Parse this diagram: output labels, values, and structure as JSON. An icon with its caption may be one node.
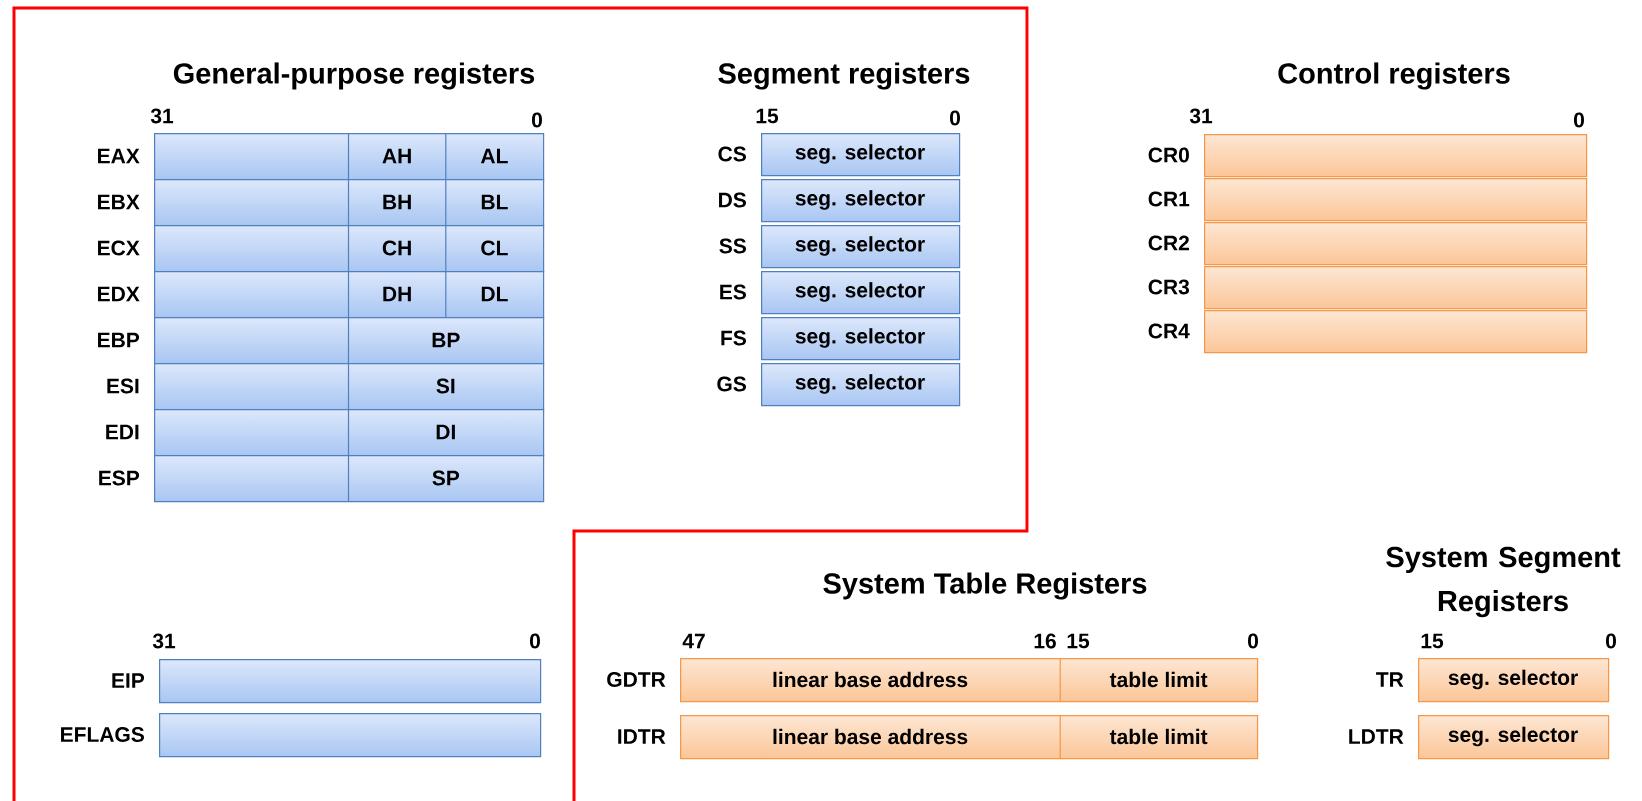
{
  "diagram": {
    "nodes": [
      {
        "text": [
          "AH",
          "AL"
        ],
        "beside": [
          "EAX"
        ]
      },
      {
        "text": [
          "BH",
          "BL"
        ],
        "beside": [
          "EBX"
        ]
      },
      {
        "text": [
          "CH",
          "CL"
        ],
        "beside": [
          "ECX"
        ]
      },
      {
        "text": [
          "DH",
          "DL"
        ],
        "beside": [
          "EDX"
        ]
      },
      {
        "text": [
          "BP"
        ],
        "beside": [
          "EBP"
        ]
      },
      {
        "text": [
          "SI"
        ],
        "beside": [
          "ESI"
        ]
      },
      {
        "text": [
          "DI"
        ],
        "beside": [
          "EDI"
        ]
      },
      {
        "text": [
          "SP"
        ],
        "beside": [
          "ESP"
        ]
      },
      {
        "text": [
          "seg. selector"
        ],
        "beside": [
          "CS"
        ]
      },
      {
        "text": [
          "seg. selector"
        ],
        "beside": [
          "DS"
        ]
      },
      {
        "text": [
          "seg. selector"
        ],
        "beside": [
          "SS"
        ]
      },
      {
        "text": [
          "seg. selector"
        ],
        "beside": [
          "ES"
        ]
      },
      {
        "text": [
          "seg. selector"
        ],
        "beside": [
          "FS"
        ]
      },
      {
        "text": [
          "seg. selector"
        ],
        "beside": [
          "GS"
        ]
      },
      {
        "text": [],
        "shape": "bar",
        "beside": [
          "CR0"
        ]
      },
      {
        "text": [],
        "shape": "bar",
        "beside": [
          "CR1"
        ]
      },
      {
        "text": [],
        "shape": "bar",
        "beside": [
          "CR2"
        ]
      },
      {
        "text": [],
        "shape": "bar",
        "beside": [
          "CR3"
        ]
      },
      {
        "text": [],
        "shape": "bar",
        "beside": [
          "CR4"
        ]
      },
      {
        "text": [],
        "shape": "bar",
        "beside": [
          "EIP"
        ]
      },
      {
        "text": [],
        "shape": "bar",
        "beside": [
          "EFLAGS"
        ]
      },
      {
        "text": [
          "linear base address",
          "table limit"
        ],
        "beside": [
          "GDTR"
        ]
      },
      {
        "text": [
          "linear base address",
          "table limit"
        ],
        "beside": [
          "IDTR"
        ]
      },
      {
        "text": [
          "seg. selector"
        ],
        "beside": [
          "TR"
        ]
      },
      {
        "text": [
          "seg. selector"
        ],
        "beside": [
          "LDTR"
        ]
      }
    ],
    "labels": [
      "General-purpose registers",
      "Segment registers",
      "Control registers",
      "31",
      "0",
      "15",
      "0",
      "31",
      "0",
      "System Table Registers",
      "System Segment Registers",
      "31",
      "0",
      "47",
      "16",
      "15",
      "0",
      "15",
      "0"
    ]
  }
}
